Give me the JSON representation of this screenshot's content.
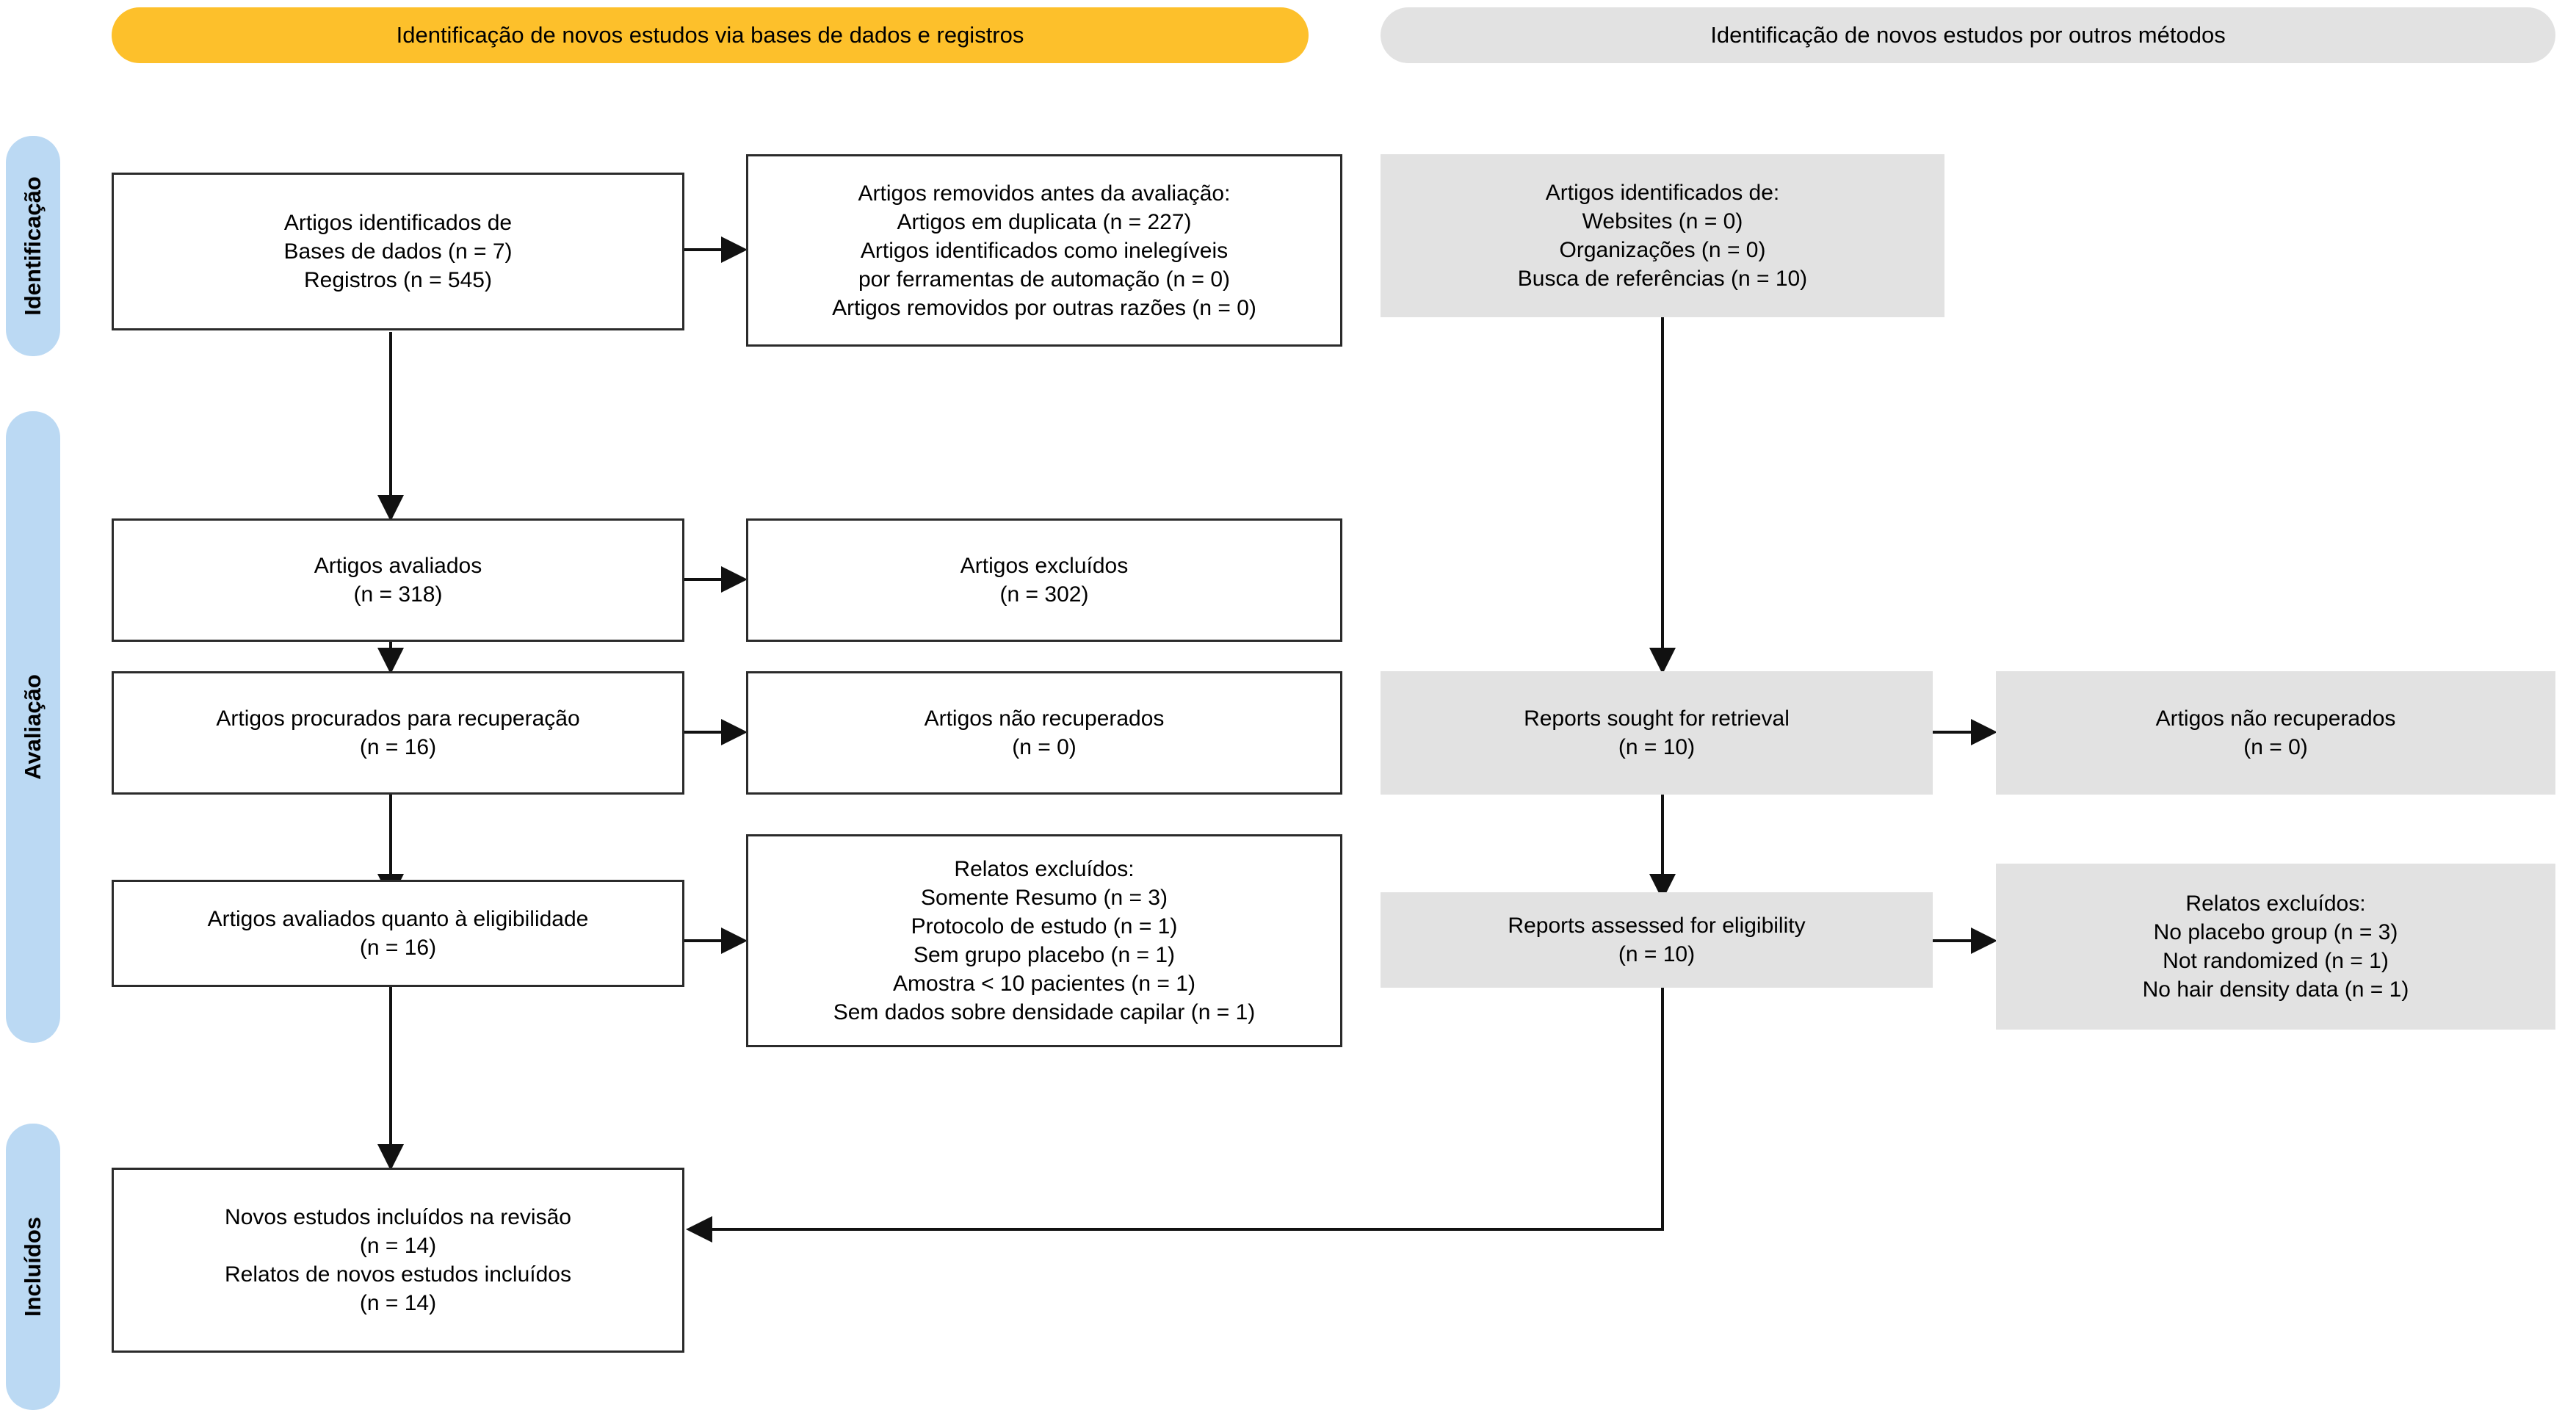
{
  "banners": {
    "databases": "Identificação de novos estudos via bases de dados e registros",
    "other_methods": "Identificação de novos estudos por outros métodos"
  },
  "stages": {
    "identification": "Identificação",
    "screening": "Avaliação",
    "included": "Incluídos"
  },
  "colors": {
    "banner_databases": "#FDC02B",
    "banner_other": "#E2E2E2",
    "stage_rail": "#BBD9F3",
    "grey_box": "#E2E2E2",
    "box_border": "#2b2b2b",
    "text": "#000000"
  },
  "boxes": {
    "identified": {
      "l1": "Artigos identificados de",
      "l2": "Bases de dados (n = 7)",
      "l3": "Registros (n = 545)"
    },
    "removed": {
      "l1": "Artigos removidos antes da avaliação:",
      "l2": "Artigos em duplicata (n = 227)",
      "l3": "Artigos identificados como inelegíveis",
      "l4": "por ferramentas de automação (n = 0)",
      "l5": "Artigos removidos por outras razões (n = 0)"
    },
    "screened": {
      "l1": "Artigos avaliados",
      "l2": "(n = 318)"
    },
    "screened_excluded": {
      "l1": "Artigos excluídos",
      "l2": "(n = 302)"
    },
    "sought": {
      "l1": "Artigos procurados para recuperação",
      "l2": "(n = 16)"
    },
    "not_retrieved": {
      "l1": "Artigos não recuperados",
      "l2": "(n = 0)"
    },
    "eligibility": {
      "l1": "Artigos avaliados quanto à eligibilidade",
      "l2": "(n = 16)"
    },
    "reports_excluded": {
      "l1": "Relatos excluídos:",
      "l2": "Somente Resumo (n = 3)",
      "l3": "Protocolo de estudo (n = 1)",
      "l4": "Sem grupo placebo (n = 1)",
      "l5": "Amostra < 10 pacientes (n = 1)",
      "l6": "Sem dados sobre densidade capilar (n = 1)"
    },
    "included": {
      "l1": "Novos estudos incluídos na revisão",
      "l2": "(n = 14)",
      "l3": "Relatos de novos estudos incluídos",
      "l4": "(n = 14)"
    },
    "other_identified": {
      "l1": "Artigos identificados de:",
      "l2": "Websites (n = 0)",
      "l3": "Organizações (n = 0)",
      "l4": "Busca de referências (n = 10)"
    },
    "other_sought": {
      "l1": "Reports sought for retrieval",
      "l2": "(n = 10)"
    },
    "other_not_retrieved": {
      "l1": "Artigos não recuperados",
      "l2": "(n = 0)"
    },
    "other_eligibility": {
      "l1": "Reports assessed for eligibility",
      "l2": "(n = 10)"
    },
    "other_excluded": {
      "l1": "Relatos excluídos:",
      "l2": "No placebo group (n = 3)",
      "l3": "Not randomized (n = 1)",
      "l4": "No hair density data (n = 1)"
    }
  }
}
